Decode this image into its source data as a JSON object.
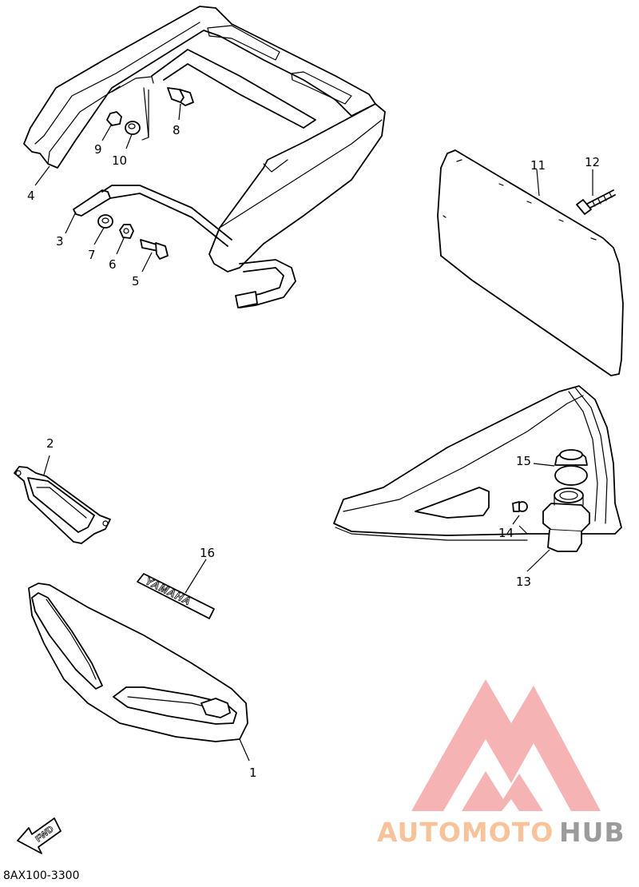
{
  "diagram": {
    "code": "8AX100-3300",
    "decal_text": "YAMAHA",
    "fwd_text": "FWD",
    "callouts": [
      "1",
      "2",
      "3",
      "4",
      "5",
      "6",
      "7",
      "8",
      "9",
      "10",
      "11",
      "12",
      "13",
      "14",
      "15",
      "16"
    ]
  },
  "watermark": {
    "brand_part1": "AUTOMOTO",
    "brand_part2": "HUB",
    "colors": {
      "accent": "#f4a6a6",
      "part1": "#f7b98a",
      "part2": "#8a8a8a"
    }
  }
}
